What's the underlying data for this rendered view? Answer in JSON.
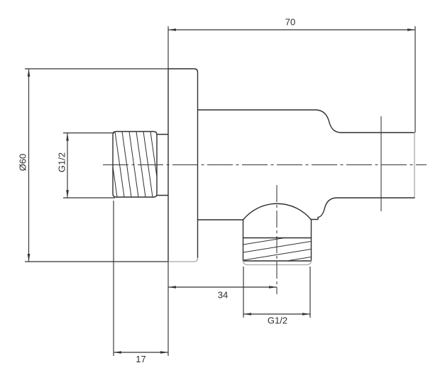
{
  "drawing": {
    "type": "technical-dimension-drawing",
    "subject": "wall-mounted water outlet elbow with round escutcheon",
    "colors": {
      "bg": "#ffffff",
      "line": "#2f2f2f",
      "dim": "#333333",
      "light": "#a8a8a8"
    },
    "dimensions": {
      "overall_depth": {
        "label": "70"
      },
      "escutcheon_diameter": {
        "label": "Ø60"
      },
      "inlet_thread": {
        "label": "G1/2"
      },
      "outlet_offset": {
        "label": "34"
      },
      "outlet_thread": {
        "label": "G1/2"
      },
      "thread_length": {
        "label": "17"
      }
    }
  }
}
